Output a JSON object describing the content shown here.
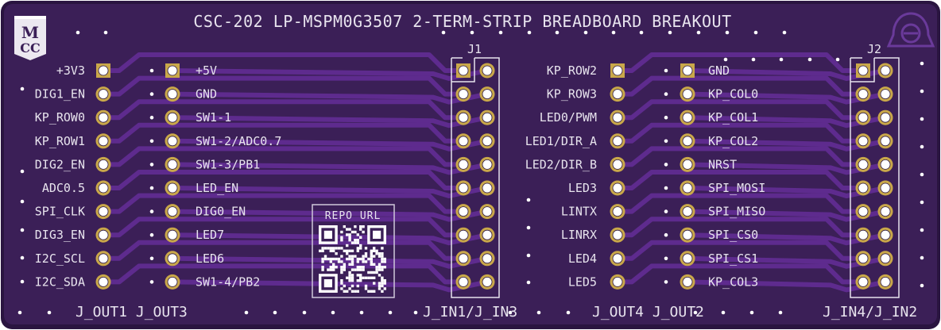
{
  "board": {
    "title": "CSC-202 LP-MSPM0G3507 2-TERM-STRIP BREADBOARD BREAKOUT",
    "logo_left": {
      "line1": "M",
      "line2": "CC",
      "icon": "mcc-shield-logo"
    },
    "logo_right": {
      "icon": "bell-e-logo"
    },
    "colors": {
      "substrate": "#3b1f57",
      "copper_trace": "#5e2b8e",
      "silkscreen": "#e8e4ee",
      "pad_gold": "#c9a84a",
      "hole": "#ffffff",
      "edge": "#2a1540"
    },
    "qr": {
      "label": "REPO URL"
    },
    "connectors": {
      "j1": {
        "ref": "J1",
        "rows": 10,
        "cols": 2
      },
      "j2": {
        "ref": "J2",
        "rows": 10,
        "cols": 2
      }
    },
    "left_block": {
      "col_a_labels": [
        "+3V3",
        "DIG1_EN",
        "KP_ROW0",
        "KP_ROW1",
        "DIG2_EN",
        "ADC0.5",
        "SPI_CLK",
        "DIG3_EN",
        "I2C_SCL",
        "I2C_SDA"
      ],
      "col_b_labels": [
        "+5V",
        "GND",
        "SW1-1",
        "SW1-2/ADC0.7",
        "SW1-3/PB1",
        "LED_EN",
        "DIG0_EN",
        "LED7",
        "LED6",
        "SW1-4/PB2"
      ]
    },
    "right_block": {
      "col_a_labels": [
        "KP_ROW2",
        "KP_ROW3",
        "LED0/PWM",
        "LED1/DIR_A",
        "LED2/DIR_B",
        "LED3",
        "LINTX",
        "LINRX",
        "LED4",
        "LED5"
      ],
      "col_b_labels": [
        "GND",
        "KP_COL0",
        "KP_COL1",
        "KP_COL2",
        "NRST",
        "SPI_MOSI",
        "SPI_MISO",
        "SPI_CS0",
        "SPI_CS1",
        "KP_COL3"
      ]
    },
    "bottom_labels": {
      "left": "J_OUT1 J_OUT3",
      "center_left": "J_IN1/J_IN3",
      "center_right": "J_OUT4 J_OUT2",
      "right": "J_IN4/J_IN2"
    }
  }
}
